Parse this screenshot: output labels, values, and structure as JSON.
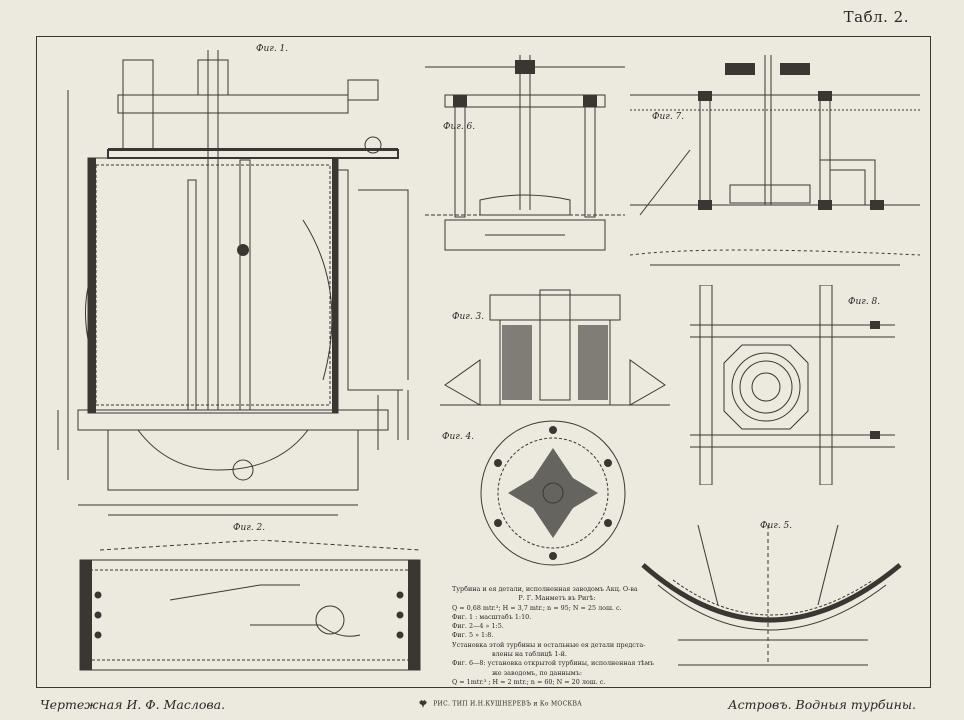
{
  "plate": {
    "title": "Табл. 2."
  },
  "figures": {
    "fig1": "Фиг. 1.",
    "fig2": "Фиг. 2.",
    "fig3": "Фиг. 3.",
    "fig4": "Фиг. 4.",
    "fig5": "Фиг. 5.",
    "fig6": "Фиг. 6.",
    "fig7": "Фиг. 7.",
    "fig8": "Фиг. 8."
  },
  "caption": {
    "lines": [
      "Турбина и ея детали, исполненная заводомъ Акц. О-ва",
      "Р. Г. Манметъ въ Ригѣ:",
      "Q = 0,68 mtr.³; H = 3,7 mtr.; n = 95; N = 25 лош. с.",
      "Фиг. 1 : масштабъ 1:10.",
      "Фиг. 2—4      »      1:5.",
      "Фиг. 5          »      1:8.",
      "Установка этой турбины и остальные ея детали предста-",
      "влены на таблицѣ 1-й.",
      "Фиг. 6—8: установка открытой турбины, исполненная тѣмъ",
      "же заводомъ, по даннымъ:",
      "Q = 1mtr.³ ; H = 2 mtr.; n = 60; N = 20 лош. с."
    ]
  },
  "footer": {
    "left": "Чертежная И. Ф. Маслова.",
    "center": "РИС. ТИП И.Н.КУШНЕРЕВЪ и Ко МОСКВА",
    "right": "Астровъ. Водныя турбины."
  },
  "icons": {
    "emblem": "double-headed-eagle-icon"
  }
}
